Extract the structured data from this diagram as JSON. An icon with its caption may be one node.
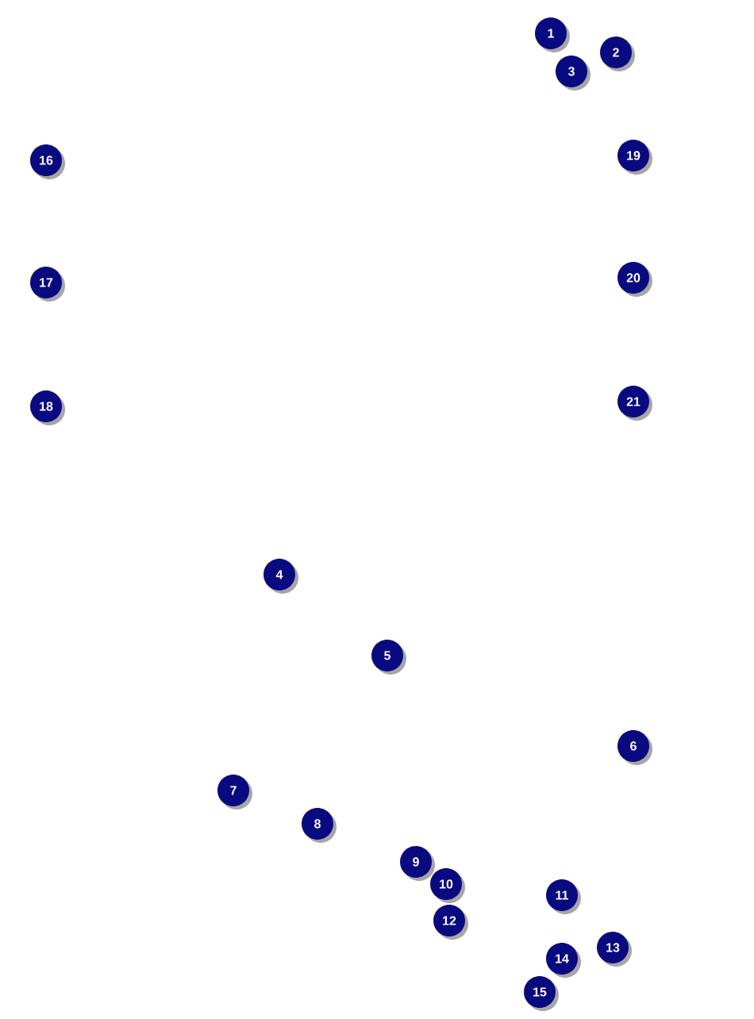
{
  "diagram": {
    "labels": [
      "1",
      "2",
      "3",
      "4",
      "5",
      "6",
      "7",
      "8",
      "9",
      "10",
      "11",
      "12",
      "13",
      "14",
      "15",
      "16",
      "17",
      "18",
      "19",
      "20",
      "21"
    ]
  }
}
